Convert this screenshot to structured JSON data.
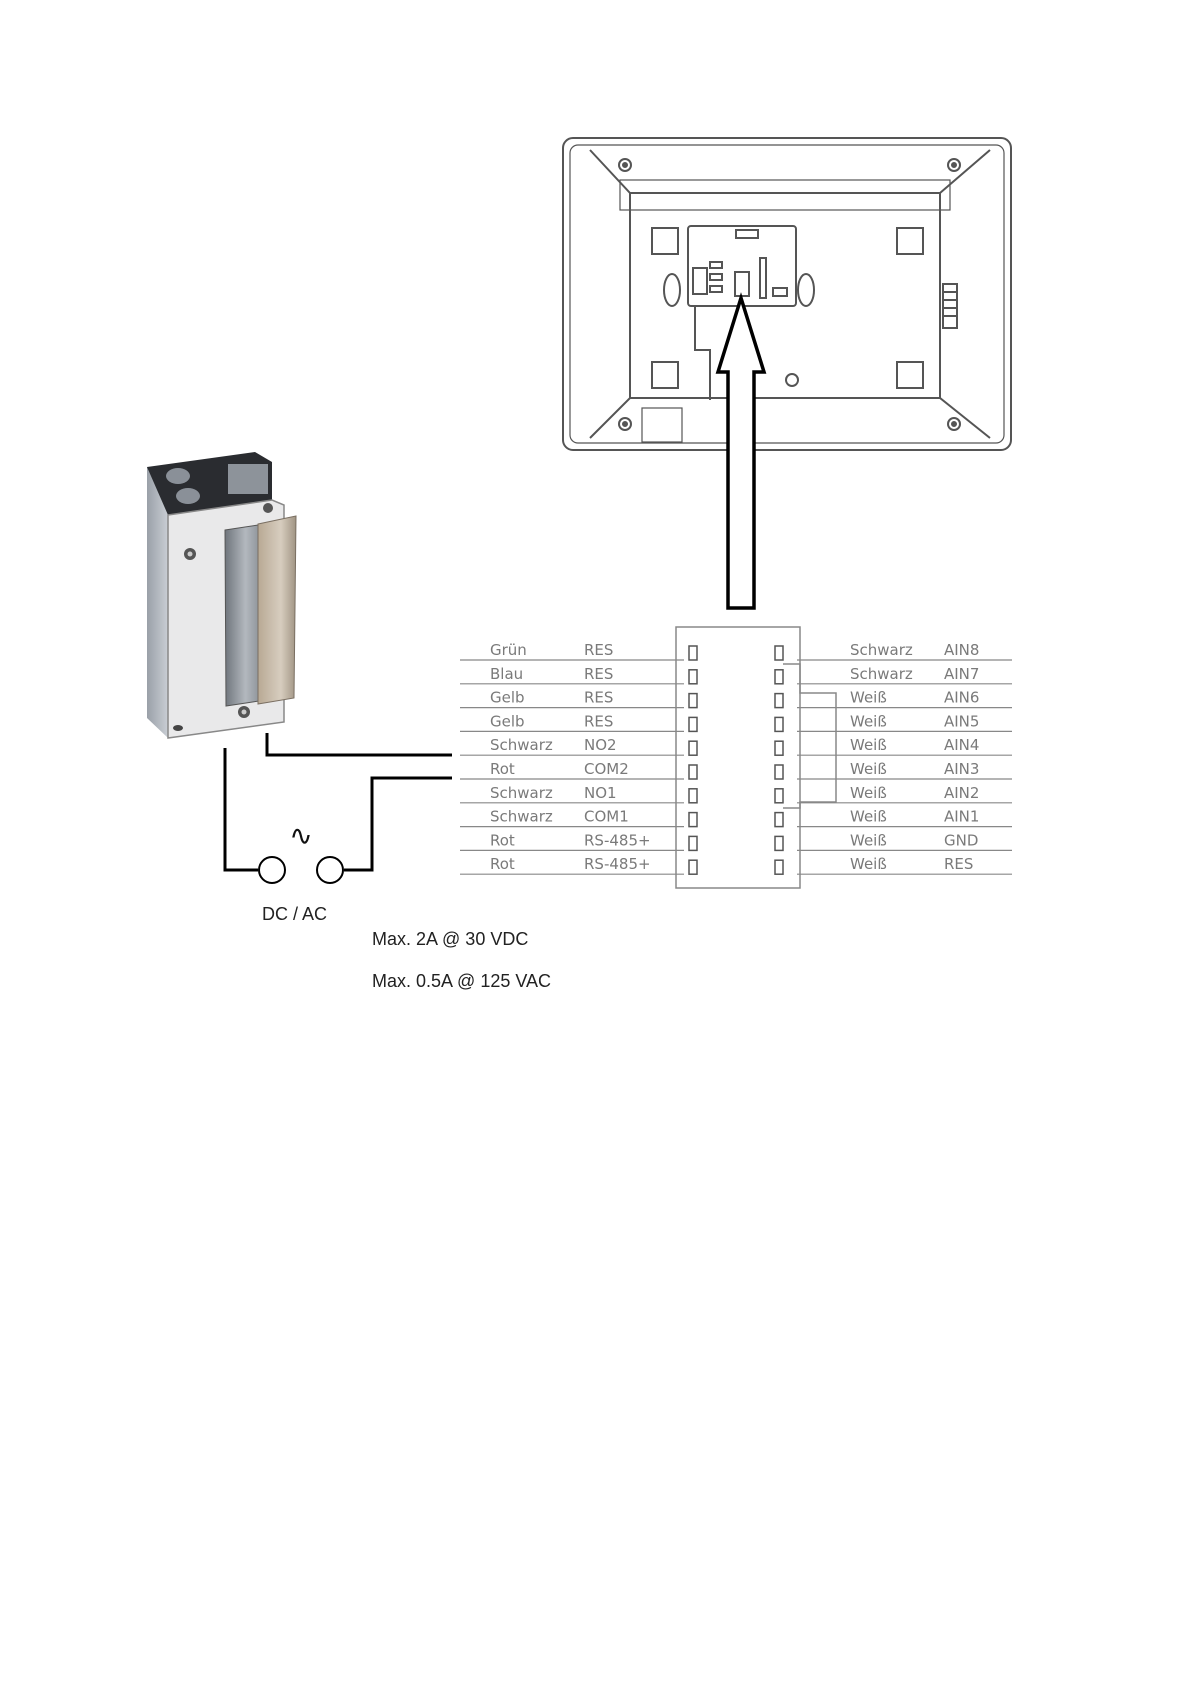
{
  "terminal_block": {
    "left_rows": [
      {
        "color": "Grün",
        "signal": "RES"
      },
      {
        "color": "Blau",
        "signal": "RES"
      },
      {
        "color": "Gelb",
        "signal": "RES"
      },
      {
        "color": "Gelb",
        "signal": "RES"
      },
      {
        "color": "Schwarz",
        "signal": "NO2"
      },
      {
        "color": "Rot",
        "signal": "COM2"
      },
      {
        "color": "Schwarz",
        "signal": "NO1"
      },
      {
        "color": "Schwarz",
        "signal": "COM1"
      },
      {
        "color": "Rot",
        "signal": "RS-485+"
      },
      {
        "color": "Rot",
        "signal": "RS-485+"
      }
    ],
    "right_rows": [
      {
        "color": "Schwarz",
        "signal": "AIN8"
      },
      {
        "color": "Schwarz",
        "signal": "AIN7"
      },
      {
        "color": "Weiß",
        "signal": "AIN6"
      },
      {
        "color": "Weiß",
        "signal": "AIN5"
      },
      {
        "color": "Weiß",
        "signal": "AIN4"
      },
      {
        "color": "Weiß",
        "signal": "AIN3"
      },
      {
        "color": "Weiß",
        "signal": "AIN2"
      },
      {
        "color": "Weiß",
        "signal": "AIN1"
      },
      {
        "color": "Weiß",
        "signal": "GND"
      },
      {
        "color": "Weiß",
        "signal": "RES"
      }
    ]
  },
  "power_source": {
    "symbol": "∿",
    "label": "DC / AC"
  },
  "ratings": {
    "dc": "Max. 2A @ 30 VDC",
    "ac": "Max. 0.5A @ 125 VAC"
  },
  "icons": {
    "device": "touch-panel-back-view",
    "lock": "electric-door-strike",
    "arrow": "connection-arrow"
  }
}
